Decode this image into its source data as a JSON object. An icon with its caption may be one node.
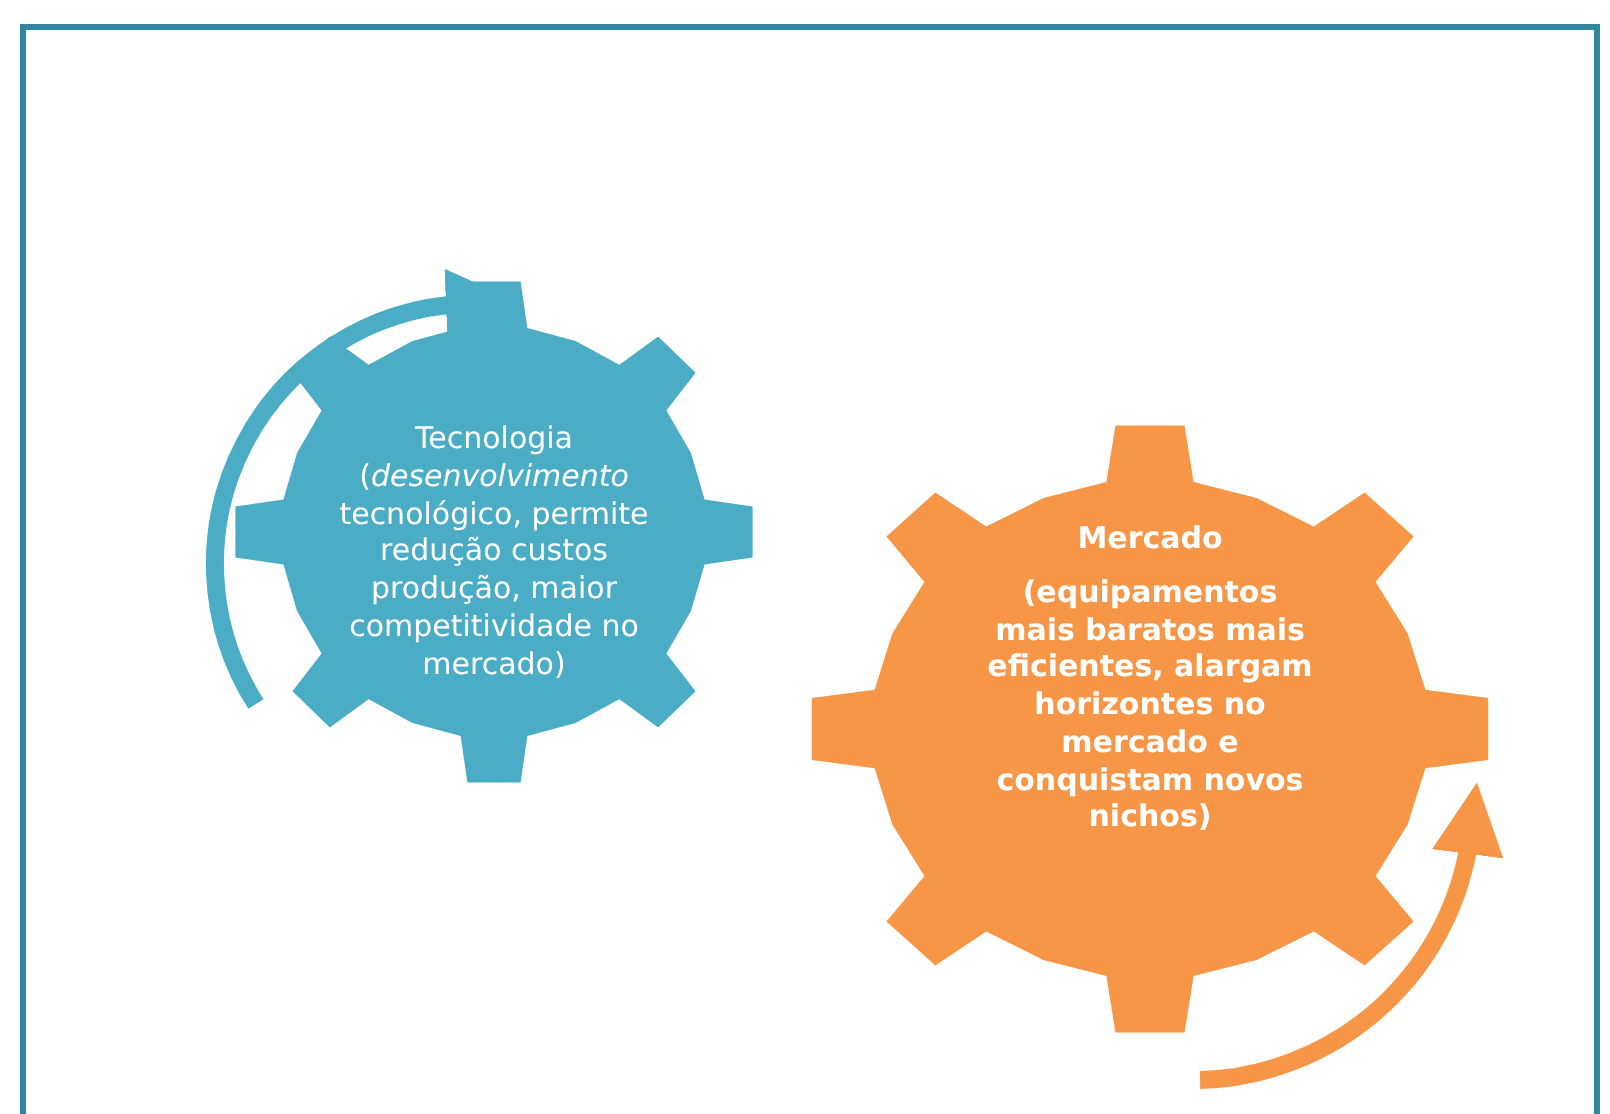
{
  "diagram": {
    "nodes": [
      {
        "text": [
          "Tecnologia",
          "(*desenvolvimento* tecnológico, permite redução custos produção, maior competitividade no mercado)"
        ]
      },
      {
        "text": [
          "Mercado",
          "(equipamentos mais baratos mais eficientes, alargam horizontes no mercado e conquistam novos nichos)"
        ]
      }
    ],
    "edges": []
  }
}
